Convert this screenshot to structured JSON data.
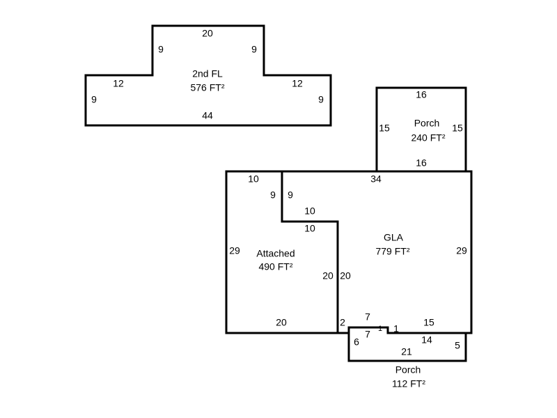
{
  "areas": {
    "second_floor": {
      "name": "2nd FL",
      "area": "576 FT²",
      "dims": [
        "20",
        "9",
        "9",
        "12",
        "12",
        "9",
        "9",
        "44"
      ]
    },
    "porch_top": {
      "name": "Porch",
      "area": "240 FT²",
      "dims": [
        "16",
        "15",
        "15",
        "16"
      ]
    },
    "attached": {
      "name": "Attached",
      "area": "490 FT²",
      "dims": [
        "10",
        "9",
        "29",
        "20",
        "20"
      ]
    },
    "gla": {
      "name": "GLA",
      "area": "779 FT²",
      "dims": [
        "34",
        "9",
        "10",
        "10",
        "20",
        "29",
        "15",
        "2",
        "7",
        "1",
        "1"
      ]
    },
    "porch_bottom": {
      "name": "Porch",
      "area": "112 FT²",
      "dims": [
        "7",
        "6",
        "14",
        "21",
        "5"
      ]
    }
  }
}
